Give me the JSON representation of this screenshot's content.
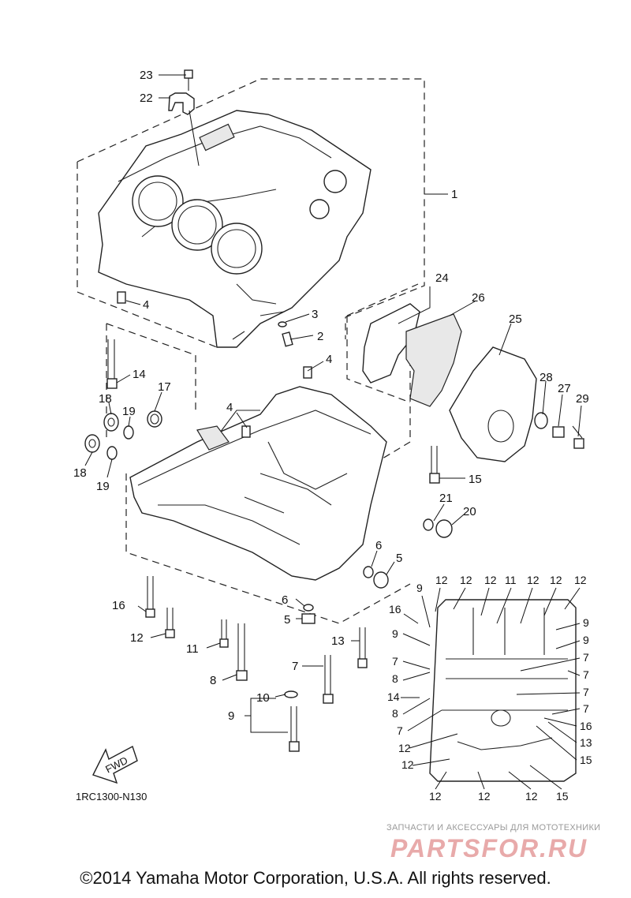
{
  "diagram": {
    "callouts": {
      "c1": "1",
      "c2": "2",
      "c3": "3",
      "c4a": "4",
      "c4b": "4",
      "c4c": "4",
      "c5a": "5",
      "c5b": "5",
      "c6a": "6",
      "c6b": "6",
      "c7": "7",
      "c8": "8",
      "c9": "9",
      "c10": "10",
      "c11": "11",
      "c12": "12",
      "c13": "13",
      "c14": "14",
      "c15": "15",
      "c16": "16",
      "c17": "17",
      "c18a": "18",
      "c18b": "18",
      "c19a": "19",
      "c19b": "19",
      "c20": "20",
      "c21": "21",
      "c22": "22",
      "c23": "23",
      "c24": "24",
      "c25": "25",
      "c26": "26",
      "c27": "27",
      "c28": "28",
      "c29": "29"
    },
    "inset_callouts": {
      "top": [
        "12",
        "12",
        "12",
        "11",
        "12",
        "12",
        "12"
      ],
      "top9": "9",
      "left": [
        "16",
        "9",
        "7",
        "8",
        "14",
        "8",
        "7",
        "12",
        "12"
      ],
      "right": [
        "9",
        "9",
        "7",
        "7",
        "7",
        "7",
        "16",
        "13",
        "15"
      ],
      "bottom": [
        "12",
        "12",
        "12",
        "15"
      ]
    },
    "fwd_label": "FWD",
    "diagram_code": "1RC1300-N130"
  },
  "watermark": {
    "tagline": "ЗАПЧАСТИ И АКСЕССУАРЫ ДЛЯ МОТОТЕХНИКИ",
    "logo": "PARTSFOR.RU"
  },
  "footer": {
    "copyright": "©2014 Yamaha Motor Corporation, U.S.A. All rights reserved."
  }
}
